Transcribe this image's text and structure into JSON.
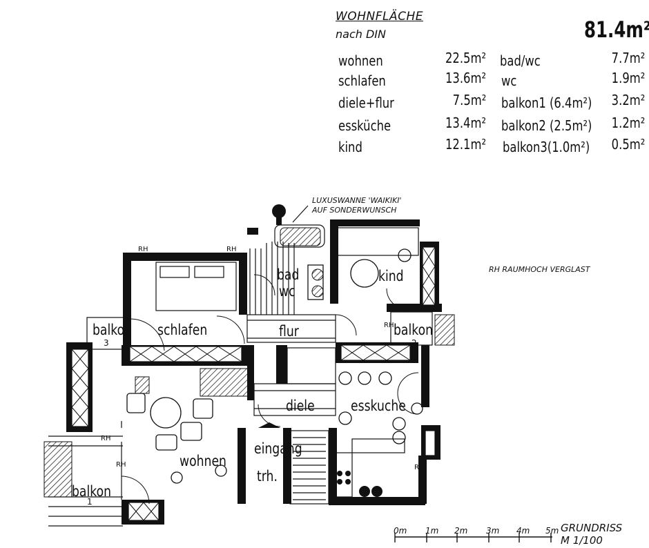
{
  "area_table": {
    "title": "WOHNFLÄCHE",
    "subtitle": "nach DIN",
    "total": "81.4m²",
    "left_col": [
      {
        "name": "wohnen",
        "value": "22.5m²"
      },
      {
        "name": "schlafen",
        "value": "13.6m²"
      },
      {
        "name": "diele+flur",
        "value": "7.5m²"
      },
      {
        "name": "essküche",
        "value": "13.4m²"
      },
      {
        "name": "kind",
        "value": "12.1m²"
      }
    ],
    "right_col": [
      {
        "name": "bad/wc",
        "value": "7.7m²"
      },
      {
        "name": "wc",
        "value": "1.9m²"
      },
      {
        "name": "balkon1 (6.4m²)",
        "value": "3.2m²"
      },
      {
        "name": "balkon2 (2.5m²)",
        "value": "1.2m²"
      },
      {
        "name": "balkon3(1.0m²)",
        "value": "0.5m²"
      }
    ]
  },
  "notes": {
    "luxus_1": "LUXUSWANNE 'WAIKIKI'",
    "luxus_2": "AUF SONDERWUNSCH",
    "rh_legend": "RH RAUMHOCH VERGLAST",
    "rh": "RH"
  },
  "rooms": {
    "bad": "bad",
    "wc": "wc",
    "kind": "kind",
    "balkon3": "balkon",
    "balkon3_num": "3",
    "schlafen": "schlafen",
    "flur": "flur",
    "balkon2": "balkon",
    "balkon2_num": "2",
    "diele": "diele",
    "esskuche": "esskuche",
    "eingang": "eingang",
    "trh": "trh.",
    "wohnen": "wohnen",
    "balkon1": "balkon",
    "balkon1_num": "1"
  },
  "scale": {
    "ticks": [
      "0m",
      "1m",
      "2m",
      "3m",
      "4m",
      "5m"
    ],
    "title": "GRUNDRISS",
    "ratio": "M 1/100"
  }
}
